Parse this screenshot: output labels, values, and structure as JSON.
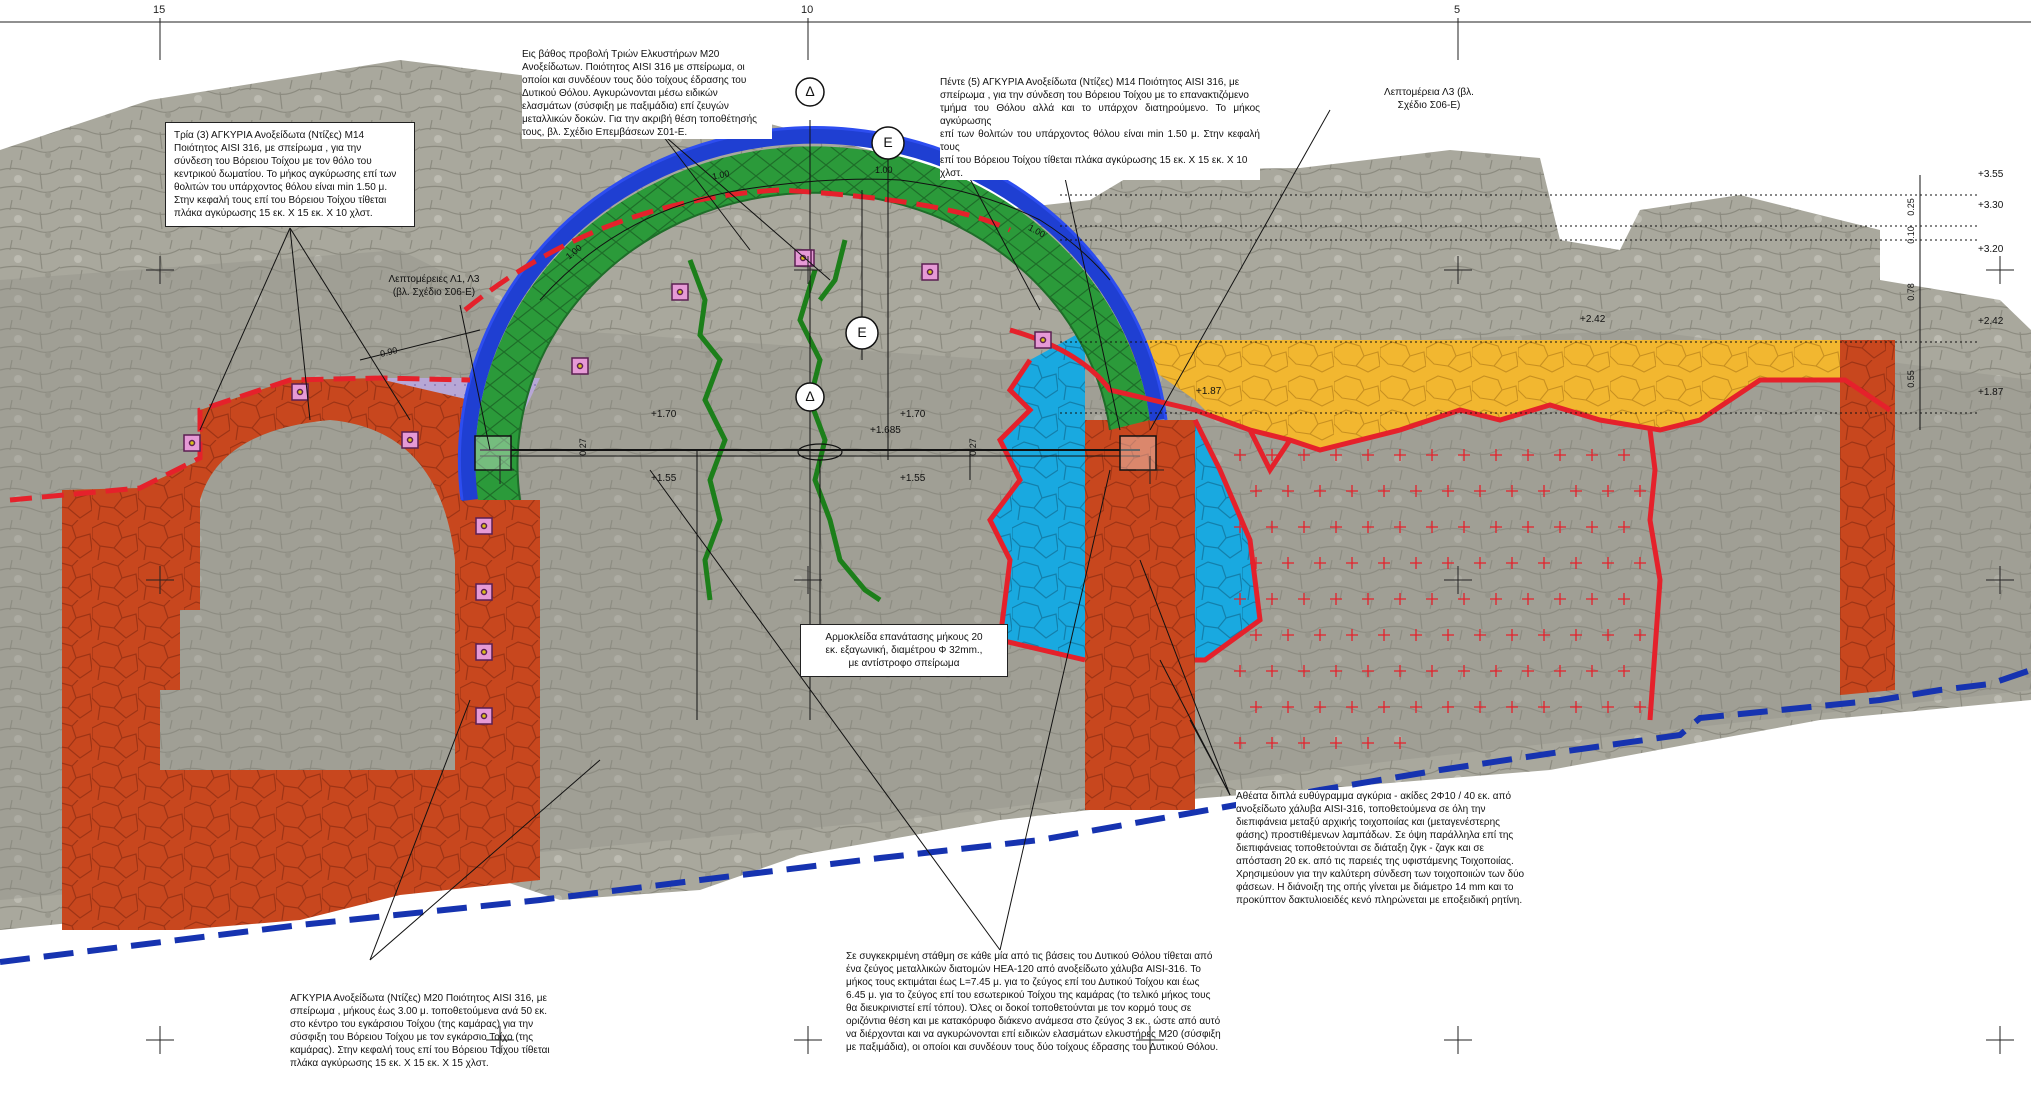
{
  "grid": {
    "labels": [
      "15",
      "10",
      "5"
    ]
  },
  "colors": {
    "orange_masonry": "#c8471e",
    "blue_zone": "#19a9e0",
    "yellow_zone": "#f2b730",
    "arch_green": "#2b9a3a",
    "arch_blue": "#1f3fd2",
    "red_line": "#e5212b",
    "ground_line": "#1633b0",
    "crack_green": "#1c7f1a",
    "anchor_pink": "#e69ad6",
    "stone_bg": "#a7a79c"
  },
  "symbols": [
    "Δ",
    "Ε",
    "Ε",
    "Δ"
  ],
  "levels": [
    {
      "value": "+3.55"
    },
    {
      "value": "+3.30"
    },
    {
      "value": "+3.20"
    },
    {
      "value": "+2.42"
    },
    {
      "value": "+1.87"
    }
  ],
  "side_dimensions": [
    "0.25",
    "0.10",
    "0.78",
    "0.55"
  ],
  "inline_levels": [
    "+2.42",
    "+1.87",
    "+1.70",
    "+1.685",
    "+1.70",
    "+1.55",
    "+1.55",
    "0.27",
    "0.27"
  ],
  "arch_dimensions": [
    "1.00",
    "1.00",
    "1.00",
    "1.00",
    "0.90"
  ],
  "notes": {
    "anchors_three": "Τρία (3) ΑΓΚΥΡΙΑ Ανοξείδωτα  (Ντίζες) Μ14\nΠοιότητος AISI 316, με σπείρωμα , για την\nσύνδεση του Βόρειου Τοίχου με τον θόλο του\nκεντρικού δωματίου. Το μήκος αγκύρωσης επί των\nθολιτών του υπάρχοντος θόλου είναι min 1.50 μ.\nΣτην κεφαλή τους επί του Βόρειου Τοίχου τίθεται\nπλάκα αγκύρωσης 15  εκ. Χ 15 εκ. Χ 10 χλστ.",
    "elastomer_depth": "Εις βάθος προβολή Τριών Ελκυστήρων Μ20\nΑνοξείδωτων. Ποιότητος AISI 316 με σπείρωμα, οι\nοποίοι και συνδέουν τους δύο τοίχους έδρασης του\nΔυτικού Θόλου. Αγκυρώνονται μέσω ειδικών\nελασμάτων (σύσφιξη με παξιμάδια) επί ζευγών\nμεταλλικών δοκών. Για την ακριβή θέση τοποθέτησής\nτους, βλ. Σχέδιο Επεμβάσεων Σ01-Ε.",
    "anchors_five": "Πέντε (5) ΑΓΚΥΡΙΑ Ανοξείδωτα  (Ντίζες) Μ14 Ποιότητος AISI 316, με\nσπείρωμα , για την σύνδεση του Βόρειου Τοίχου με το επανακτιζόμενο\nτμήμα του Θόλου αλλά και το υπάρχον διατηρούμενο. Το μήκος αγκύρωσης\nεπί των θολιτών του υπάρχοντος θόλου είναι min 1.50 μ. Στην κεφαλή τους\nεπί του Βόρειου Τοίχου τίθεται πλάκα αγκύρωσης 15  εκ. Χ 15 εκ. Χ 10\nχλστ.",
    "detail_l3": "Λεπτομέρεια Λ3 (βλ.\nΣχέδιο Σ06-Ε)",
    "details_l1_l3": "Λεπτομέρειες Λ1, Λ3\n(βλ. Σχέδιο Σ06-Ε)",
    "turnbuckle": "Αρμοκλείδα επανάτασης μήκους 20\nεκ. εξαγωνική, διαμέτρου Φ 32mm.,\nμε αντίστροφο σπείρωμα",
    "rebar_anchors": "Αθέατα διπλά ευθύγραμμα αγκύρια - ακίδες 2Φ10 / 40 εκ. από\nανοξείδωτο χάλυβα AISI-316, τοποθετούμενα σε όλη την\nδιεπιφάνεια μεταξύ αρχικής τοιχοποιίας και (μεταγενέστερης\nφάσης) προστιθέμενων λαμπάδων. Σε όψη παράλληλα επί της\nδιεπιφάνειας τοποθετούνται σε διάταξη ζιγκ - ζαγκ και σε\nαπόσταση 20 εκ. από τις παρειές της υφιστάμενης Τοιχοποιίας.\nΧρησιμεύουν για την καλύτερη σύνδεση των τοιχοποιιών των δύο\nφάσεων. Η διάνοιξη της οπής γίνεται με διάμετρο 14 mm και το\nπροκύπτον δακτυλιοειδές κενό πληρώνεται με εποξειδική ρητίνη.",
    "anchors_m20": "ΑΓΚΥΡΙΑ Ανοξείδωτα  (Ντίζες) Μ20 Ποιότητος AISI 316, με\nσπείρωμα , μήκους έως 3.00 μ. τοποθετούμενα ανά 50 εκ.\nστο κέντρο του εγκάρσιου Τοίχου (της καμάρας) για την\nσύσφιξη του Βόρειου Τοίχου με τον εγκάρσιο Τοίχο (της\nκαμάρας). Στην κεφαλή τους επί του Βόρειου Τοίχου τίθεται\nπλάκα αγκύρωσης 15  εκ. Χ 15 εκ. Χ 15 χλστ.",
    "beams": "Σε συγκεκριμένη στάθμη σε κάθε μία από τις βάσεις του Δυτικού Θόλου τίθεται από\nένα ζεύγος μεταλλικών διατομών HEA-120 από ανοξείδωτο χάλυβα AISI-316. Το\nμήκος τους εκτιμάται έως L=7.45 μ. για το ζεύγος επί του Δυτικού Τοίχου και έως\n6.45 μ. για το ζεύγος επί του εσωτερικού Τοίχου της καμάρας (το τελικό μήκος τους\nθα διευκρινιστεί επί τόπου).  Όλες οι δοκοί τοποθετούνται με τον κορμό τους σε\nοριζόντια θέση και με κατακόρυφο διάκενο ανάμεσα στο ζεύγος 3 εκ., ώστε από αυτό\nνα διέρχονται και να αγκυρώνονται επί ειδικών ελασμάτων ελκυστήρες Μ20 (σύσφιξη\nμε παξιμάδια), οι οποίοι και συνδέουν τους δύο τοίχους έδρασης του Δυτικού Θόλου."
  }
}
